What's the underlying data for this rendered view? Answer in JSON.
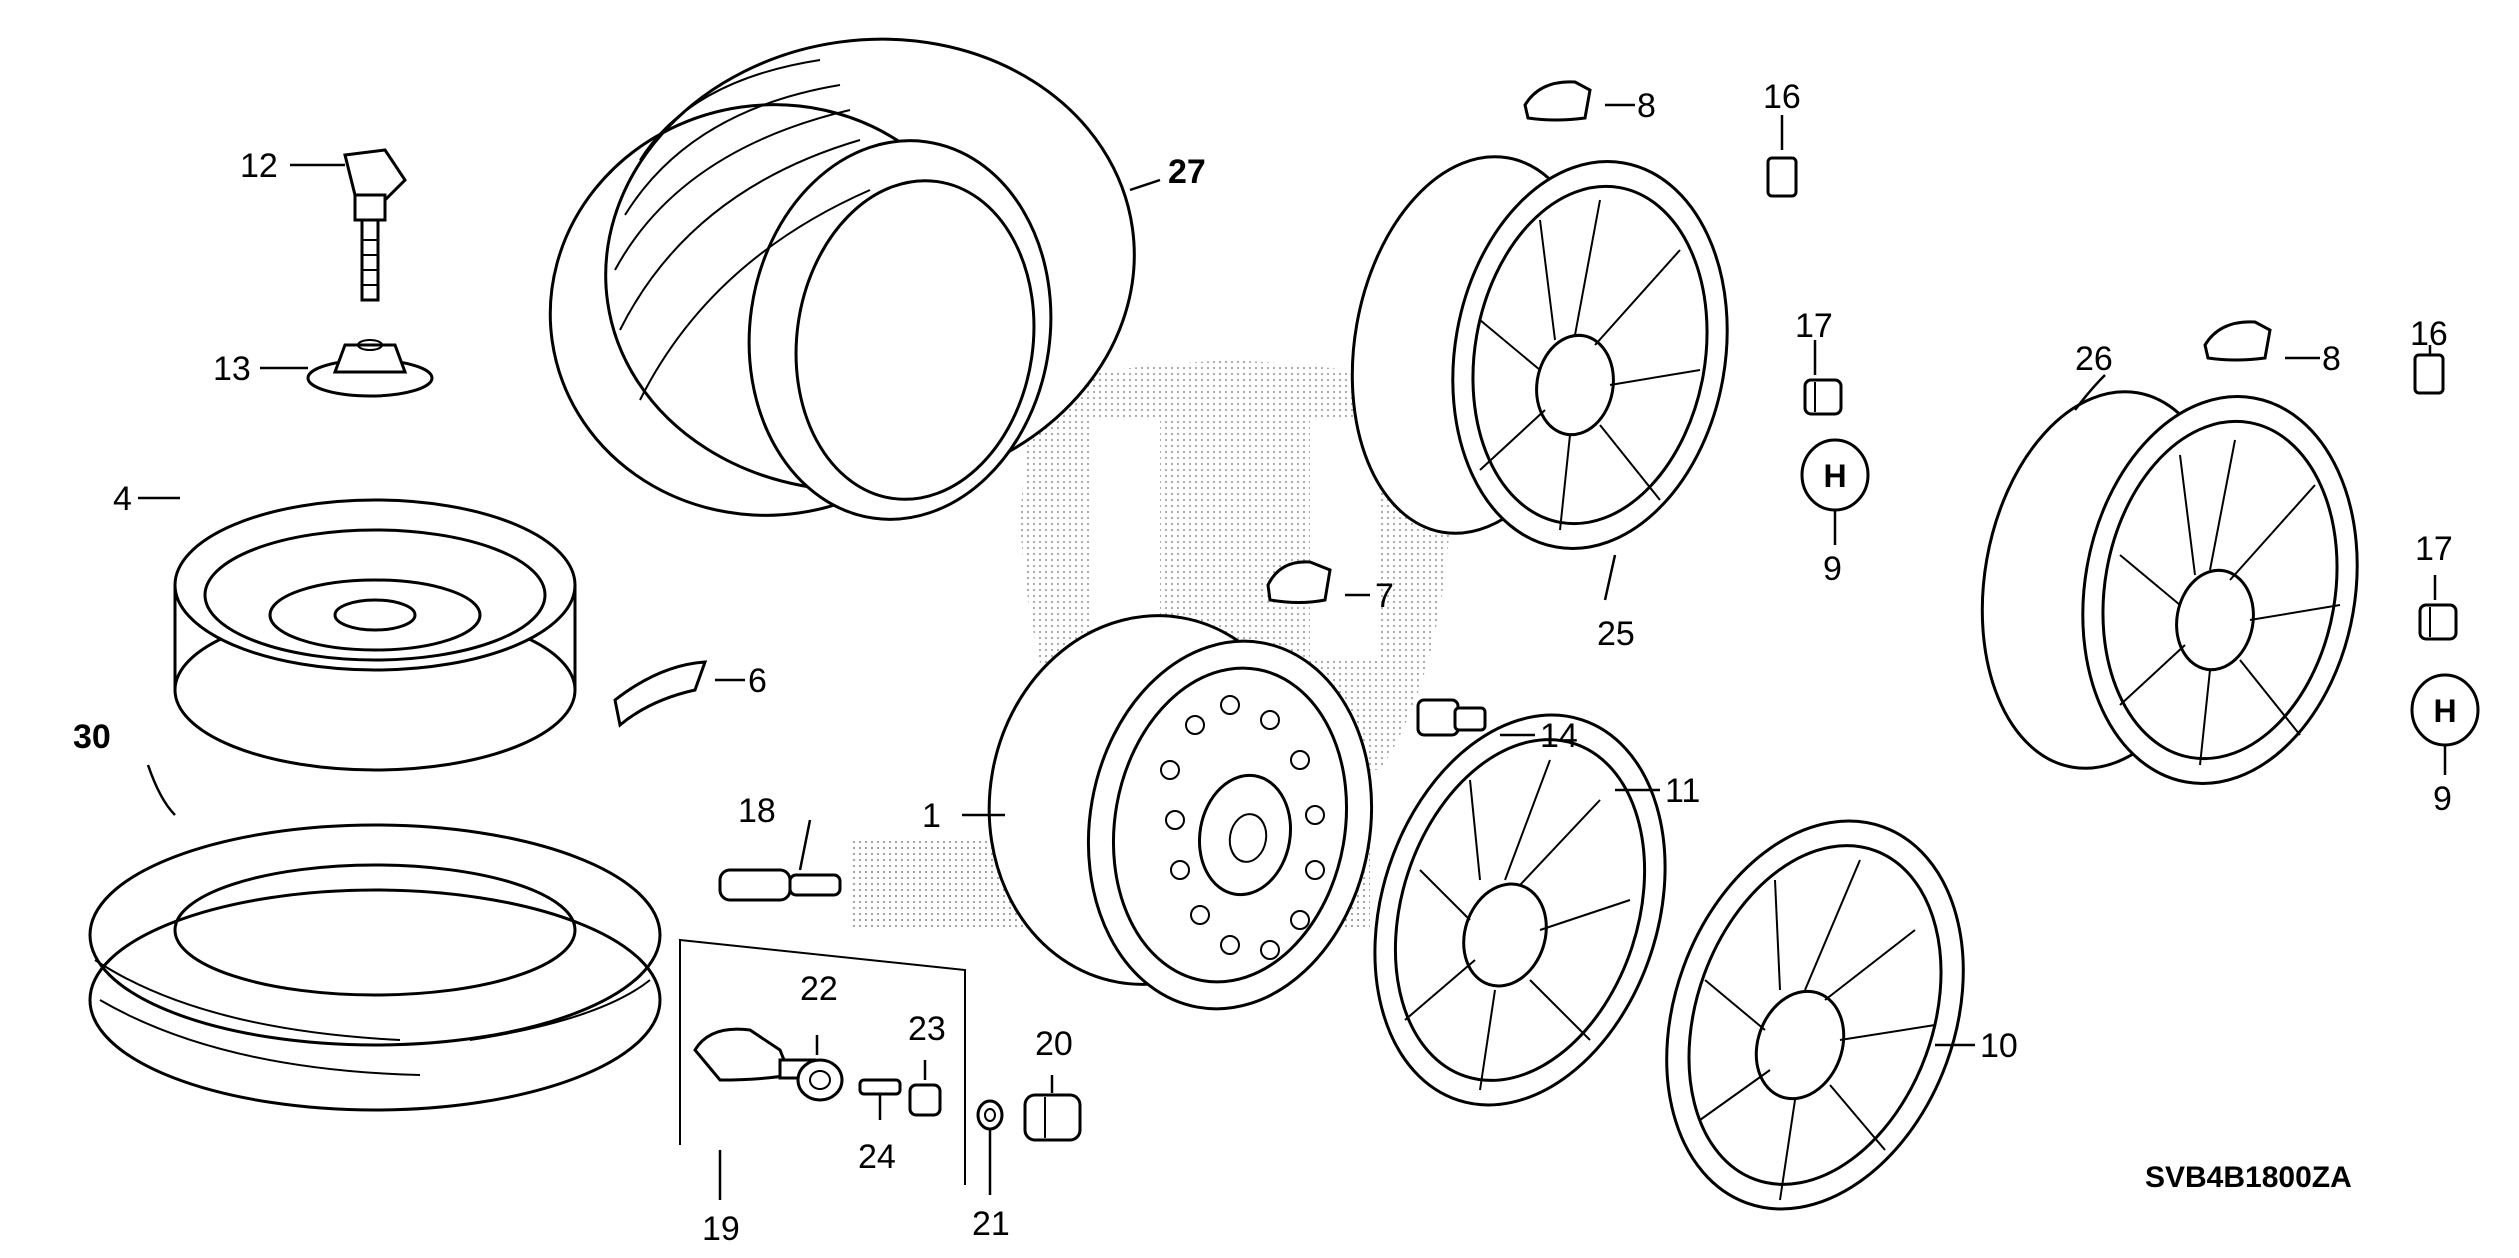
{
  "diagram": {
    "code": "SVB4B1800ZA",
    "callouts": [
      {
        "id": "1",
        "label": "1",
        "bold": false
      },
      {
        "id": "4",
        "label": "4",
        "bold": false
      },
      {
        "id": "6",
        "label": "6",
        "bold": false
      },
      {
        "id": "7",
        "label": "7",
        "bold": false
      },
      {
        "id": "8a",
        "label": "8",
        "bold": false
      },
      {
        "id": "8b",
        "label": "8",
        "bold": false
      },
      {
        "id": "9a",
        "label": "9",
        "bold": false
      },
      {
        "id": "9b",
        "label": "9",
        "bold": false
      },
      {
        "id": "10",
        "label": "10",
        "bold": false
      },
      {
        "id": "11",
        "label": "11",
        "bold": false
      },
      {
        "id": "12",
        "label": "12",
        "bold": false
      },
      {
        "id": "13",
        "label": "13",
        "bold": false
      },
      {
        "id": "14",
        "label": "14",
        "bold": false
      },
      {
        "id": "16a",
        "label": "16",
        "bold": false
      },
      {
        "id": "16b",
        "label": "16",
        "bold": false
      },
      {
        "id": "17a",
        "label": "17",
        "bold": false
      },
      {
        "id": "17b",
        "label": "17",
        "bold": false
      },
      {
        "id": "18",
        "label": "18",
        "bold": false
      },
      {
        "id": "19",
        "label": "19",
        "bold": false
      },
      {
        "id": "20",
        "label": "20",
        "bold": false
      },
      {
        "id": "21",
        "label": "21",
        "bold": false
      },
      {
        "id": "22",
        "label": "22",
        "bold": false
      },
      {
        "id": "23",
        "label": "23",
        "bold": false
      },
      {
        "id": "24",
        "label": "24",
        "bold": false
      },
      {
        "id": "25",
        "label": "25",
        "bold": false
      },
      {
        "id": "26",
        "label": "26",
        "bold": false
      },
      {
        "id": "27",
        "label": "27",
        "bold": true
      },
      {
        "id": "30",
        "label": "30",
        "bold": true
      }
    ]
  }
}
